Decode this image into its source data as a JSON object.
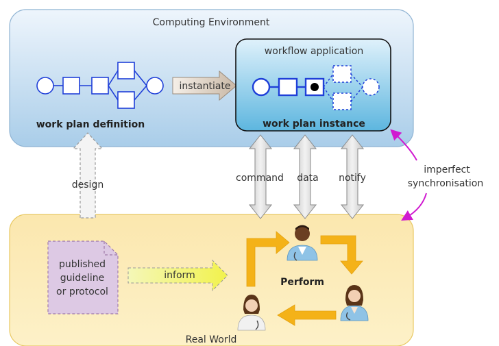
{
  "computing_env": {
    "title": "Computing Environment"
  },
  "real_world": {
    "title": "Real World"
  },
  "work_plan_definition": {
    "label": "work plan definition"
  },
  "instantiate": {
    "label": "instantiate"
  },
  "workflow_app": {
    "title": "workflow application",
    "instance_label": "work plan instance"
  },
  "channels": {
    "command": "command",
    "data": "data",
    "notify": "notify"
  },
  "design": {
    "label": "design"
  },
  "sync": {
    "line1": "imperfect",
    "line2": "synchronisation"
  },
  "document": {
    "line1": "published",
    "line2": "guideline",
    "line3": "or protocol"
  },
  "inform": {
    "label": "inform"
  },
  "perform": {
    "label": "Perform"
  },
  "colors": {
    "computing_bg": "#bcd8ee",
    "real_world_bg": "#fde7a6",
    "flow_blue": "#1f3fd8",
    "cycle_arrow": "#f4b218",
    "sync_magenta": "#d01ad0"
  }
}
